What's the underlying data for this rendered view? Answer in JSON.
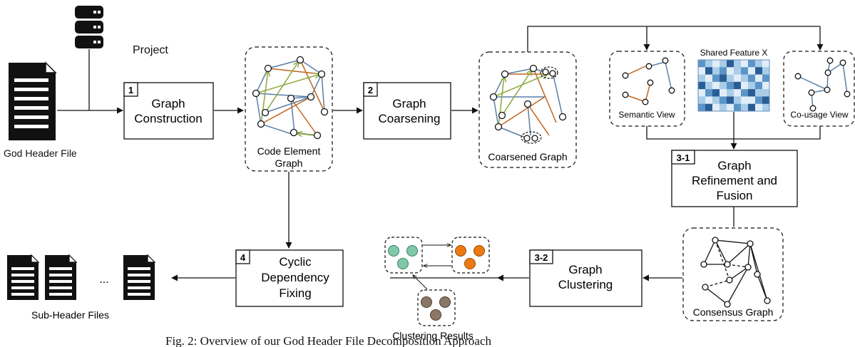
{
  "inputs": {
    "project": "Project",
    "god_header": "God Header File"
  },
  "steps": {
    "s1": {
      "num": "1",
      "line1": "Graph",
      "line2": "Construction"
    },
    "s2": {
      "num": "2",
      "line1": "Graph",
      "line2": "Coarsening"
    },
    "s31": {
      "num": "3-1",
      "line1": "Graph",
      "line2": "Refinement and",
      "line3": "Fusion"
    },
    "s32": {
      "num": "3-2",
      "line1": "Graph",
      "line2": "Clustering"
    },
    "s4": {
      "num": "4",
      "line1": "Cyclic",
      "line2": "Dependency",
      "line3": "Fixing"
    }
  },
  "graphs": {
    "code_element_1": "Code Element",
    "code_element_2": "Graph",
    "coarsened": "Coarsened Graph",
    "semantic_view": "Semantic View",
    "shared_feature": "Shared Feature X",
    "cousage_view": "Co-usage View",
    "consensus": "Consensus Graph",
    "clustering_results": "Clustering Results"
  },
  "outputs": {
    "ellipsis": "...",
    "sub_headers": "Sub-Header Files"
  },
  "caption": "Fig. 2: Overview of our God Header File Decomposition Approach",
  "colors": {
    "blue_edge": "#5a7fa8",
    "orange_edge": "#c0651f",
    "green_edge": "#8aa83a",
    "teal_cluster": "#7fc9a8",
    "orange_cluster": "#ea7a12",
    "brown_cluster": "#8a7766"
  },
  "feature_matrix": [
    [
      2,
      1,
      0,
      1,
      3,
      1,
      0,
      2,
      1,
      0
    ],
    [
      0,
      3,
      1,
      2,
      0,
      1,
      2,
      0,
      3,
      1
    ],
    [
      1,
      0,
      2,
      3,
      1,
      0,
      1,
      2,
      0,
      2
    ],
    [
      3,
      1,
      0,
      1,
      2,
      3,
      0,
      1,
      2,
      0
    ],
    [
      0,
      2,
      3,
      0,
      1,
      0,
      2,
      3,
      1,
      1
    ],
    [
      1,
      0,
      1,
      2,
      3,
      1,
      0,
      0,
      2,
      3
    ],
    [
      2,
      3,
      0,
      1,
      0,
      2,
      1,
      3,
      0,
      1
    ]
  ]
}
